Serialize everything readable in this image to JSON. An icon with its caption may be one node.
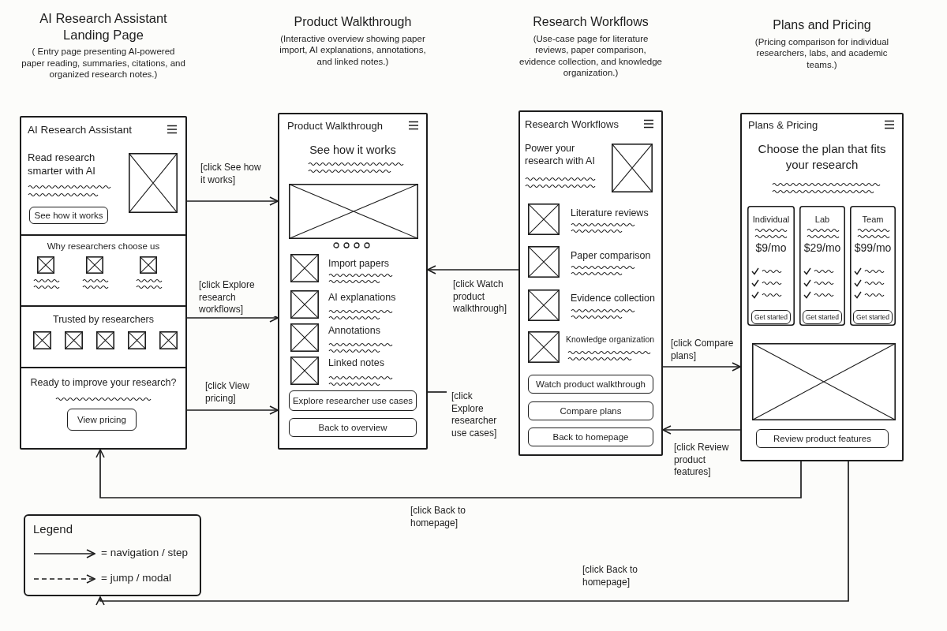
{
  "diagram": {
    "nodes": [
      {
        "text": [
          "AI Research Assistant Landing Page",
          "( Entry page presenting AI-powered paper reading, summaries, citations, and organized research notes.)",
          "AI Research Assistant"
        ]
      },
      {
        "text": [
          "Read research smarter with AI"
        ],
        "in": 0
      },
      {
        "text": [
          "See how it works"
        ],
        "in": 0
      },
      {
        "text": [
          "Why researchers choose us"
        ],
        "in": 0
      },
      {
        "text": [
          "Trusted by researchers"
        ],
        "in": 0
      },
      {
        "text": [
          "Ready to improve your research?"
        ],
        "in": 0
      },
      {
        "text": [
          "View pricing"
        ],
        "in": 5
      },
      {
        "text": [
          "Product Walkthrough",
          "(Interactive overview showing paper import, AI explanations, annotations, and linked notes.)",
          "Product Walkthrough",
          "See how it works",
          "Import papers",
          "AI explanations",
          "Annotations",
          "Linked notes"
        ]
      },
      {
        "text": [
          "Explore researcher use cases"
        ],
        "in": 7
      },
      {
        "text": [
          "Back to overview"
        ],
        "in": 7
      },
      {
        "text": [
          "Research Workflows",
          "(Use-case page for literature reviews, paper comparison, evidence collection, and knowledge organization.)",
          "Research Workflows",
          "Power your research with AI",
          "Literature reviews",
          "Paper comparison",
          "Evidence collection",
          "Knowledge organization"
        ]
      },
      {
        "text": [
          "Watch product walkthrough"
        ],
        "in": 10
      },
      {
        "text": [
          "Compare plans"
        ],
        "in": 10
      },
      {
        "text": [
          "Back to homepage"
        ],
        "in": 10
      },
      {
        "text": [
          "Plans and Pricing",
          "(Pricing comparison for individual researchers, labs, and academic teams.)",
          "Plans & Pricing",
          "Choose the plan that fits your research"
        ]
      },
      {
        "text": [
          "Individual",
          "$9/mo"
        ],
        "in": 14
      },
      {
        "text": [
          "Get started"
        ],
        "in": 15
      },
      {
        "text": [
          "Lab",
          "$29/mo"
        ],
        "in": 14
      },
      {
        "text": [
          "Get started"
        ],
        "in": 17
      },
      {
        "text": [
          "Team",
          "$99/mo"
        ],
        "in": 14
      },
      {
        "text": [
          "Get started"
        ],
        "in": 19
      },
      {
        "text": [
          "Review product features"
        ],
        "in": 14
      }
    ],
    "edges": [
      {
        "from": 1,
        "to": 7,
        "arrow": "to",
        "label": "[click See how it works]"
      },
      {
        "from": 4,
        "to": 7,
        "arrow": "to",
        "label": "[click Explore research workflows]"
      },
      {
        "from": 5,
        "to": 7,
        "arrow": "to",
        "label": "[click View pricing]"
      },
      {
        "from": 10,
        "to": 7,
        "arrow": "to",
        "label": "[click Watch product walkthrough]"
      },
      {
        "from": 7,
        "to": null,
        "arrow": "none",
        "label": "[click Explore researcher use cases]"
      },
      {
        "from": 10,
        "to": 14,
        "arrow": "to",
        "label": "[click Compare plans]"
      },
      {
        "from": 14,
        "to": 10,
        "arrow": "to",
        "label": "[click Review product features]"
      },
      {
        "from": 14,
        "to": 0,
        "arrow": "to",
        "label": "[click Back to homepage]"
      },
      {
        "from": 14,
        "to": null,
        "arrow": "to",
        "label": "[click Back to homepage]"
      }
    ],
    "labels": [
      "Legend"
    ],
    "legend": [
      {
        "text": "= navigation / step"
      },
      {
        "text": "= jump / modal"
      }
    ]
  }
}
